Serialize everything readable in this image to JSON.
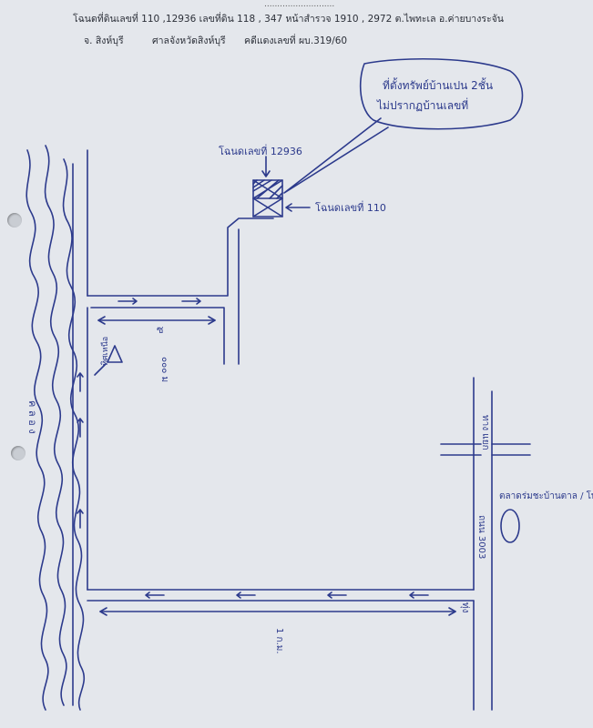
{
  "header": {
    "top_cut": "...........................",
    "line1": "โฉนดที่ดินเลขที่ 110 ,12936 เลขที่ดิน 118 , 347 หน้าสำรวจ 1910 , 2972 ต.ไพทะเล อ.ค่ายบางระจัน",
    "province": "จ. สิงห์บุรี",
    "court": "ศาลจังหวัดสิงห์บุรี",
    "case": "คดีแดงเลขที่ ผบ.319/60"
  },
  "map": {
    "callout_line1": "ที่ตั้งทรัพย์บ้านเปน 2ชั้น",
    "callout_line2": "ไม่ปรากฏบ้านเลขที่",
    "deed_12936": "โฉนดเลขที่ 12936",
    "deed_110": "โฉนดเลขที่ 110",
    "dist_top_num": "ซ",
    "dist_top_unit": "๐๐๐ ม",
    "road_label": "ถนน 3003",
    "market_label": "ตลาดร่มชะบ้านตาล / โพทะเล",
    "river_label": "ค ล อ ง",
    "north_label": "ทิศเหนือ",
    "bottom_mark": "1 ก.ม.",
    "right_vert_top": "ทาง แยก",
    "right_vert_bottom": "ทุ่ง"
  },
  "colors": {
    "ink": "#2c3a8c",
    "paper": "#e4e7ec",
    "print": "#2b2f38"
  }
}
